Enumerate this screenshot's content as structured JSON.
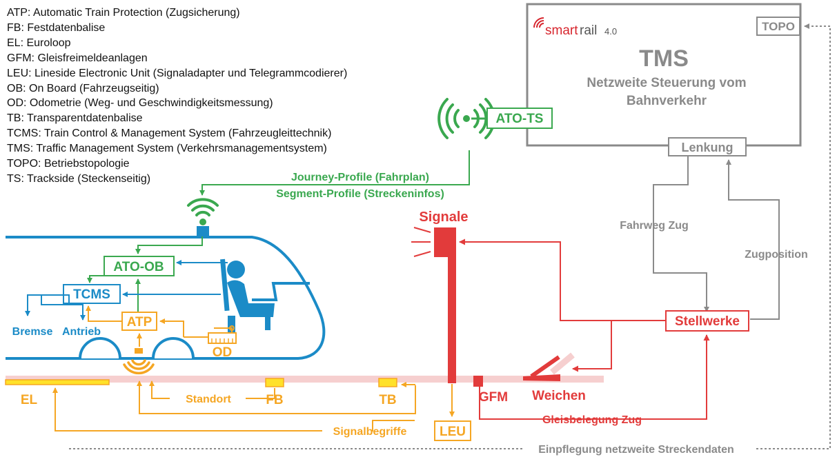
{
  "legend": [
    "ATP: Automatic Train Protection (Zugsicherung)",
    "FB: Festdatenbalise",
    "EL: Euroloop",
    "GFM: Gleisfreimeldeanlagen",
    "LEU: Lineside Electronic Unit (Signaladapter und Telegrammcodierer)",
    "OB: On Board (Fahrzeugseitig)",
    "OD: Odometrie (Weg- und Geschwindigkeitsmessung)",
    "TB: Transparentdatenbalise",
    "TCMS: Train Control & Management System (Fahrzeugleittechnik)",
    "TMS: Traffic Management System (Verkehrsmanagementsystem)",
    "TOPO: Betriebstopologie",
    "TS: Trackside (Steckenseitig)"
  ],
  "tms": {
    "logo_main": "smart",
    "logo_rail": "rail",
    "logo_version": "4.0",
    "title": "TMS",
    "subtitle_line1": "Netzweite Steuerung vom",
    "subtitle_line2": "Bahnverkehr",
    "topo": "TOPO",
    "lenkung": "Lenkung"
  },
  "wayside": {
    "ato_ts": "ATO-TS",
    "journey_profile": "Journey-Profile (Fahrplan)",
    "segment_profile": "Segment-Profile (Streckeninfos)",
    "signale": "Signale",
    "stellwerke": "Stellwerke",
    "weichen": "Weichen",
    "gfm": "GFM",
    "gleisbelegung": "Gleisbelegung Zug",
    "fahrweg": "Fahrweg Zug",
    "zugposition": "Zugposition",
    "einpflegung": "Einpflegung netzweite Streckendaten"
  },
  "train": {
    "ato_ob": "ATO-OB",
    "tcms": "TCMS",
    "atp": "ATP",
    "od": "OD",
    "bremse": "Bremse",
    "antrieb": "Antrieb"
  },
  "track": {
    "el": "EL",
    "fb": "FB",
    "tb": "TB",
    "leu": "LEU",
    "standort": "Standort",
    "signalbegriffe": "Signalbegriffe"
  },
  "colors": {
    "gray": "#8a8a8a",
    "red": "#e23b3b",
    "green": "#3aa84f",
    "blue": "#1b8bc7",
    "orange": "#f5a623",
    "track": "#f6cfcf",
    "balise": "#ffe12a",
    "logo_red": "#d7262e"
  }
}
